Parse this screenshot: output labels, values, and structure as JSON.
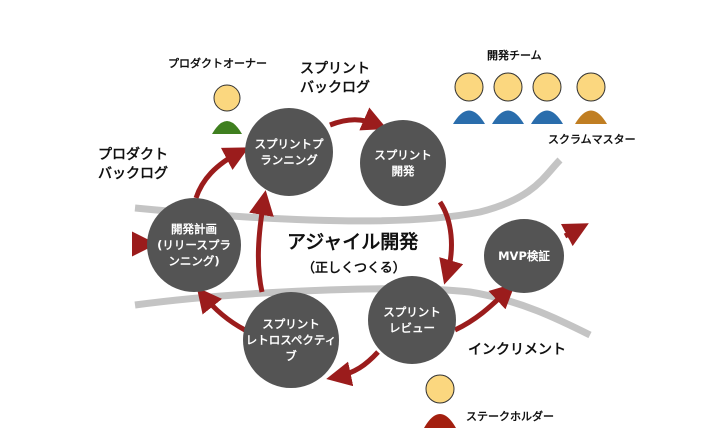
{
  "labels": {
    "product_owner": "プロダクトオーナー",
    "sprint_backlog": [
      "スプリント",
      "バックログ"
    ],
    "product_backlog": [
      "プロダクト",
      "バックログ"
    ],
    "dev_team": "開発チーム",
    "scrum_master": "スクラムマスター",
    "center_title": "アジャイル開発",
    "center_subtitle": "（正しくつくる）",
    "increment": "インクリメント",
    "stakeholder": "ステークホルダー"
  },
  "nodes": {
    "sprint_planning": [
      "スプリントプ",
      "ランニング"
    ],
    "sprint_dev": [
      "スプリント",
      "開発"
    ],
    "release_planning": [
      "開発計画",
      "(リリースプラ",
      "ンニング)"
    ],
    "mvp": [
      "MVP検証"
    ],
    "sprint_review": [
      "スプリント",
      "レビュー"
    ],
    "sprint_retro": [
      "スプリント",
      "レトロスペクティ",
      "ブ"
    ]
  },
  "colors": {
    "node_fill": "#545454",
    "arrow": "#9b1c1c",
    "gray_band": "#c4c4c4",
    "person_head": "#fbd77f",
    "product_owner_body": "#3f7f1f",
    "dev_team_body": "#2a6dac",
    "scrum_master_body": "#c07e22",
    "stakeholder_body": "#a31f0f"
  }
}
